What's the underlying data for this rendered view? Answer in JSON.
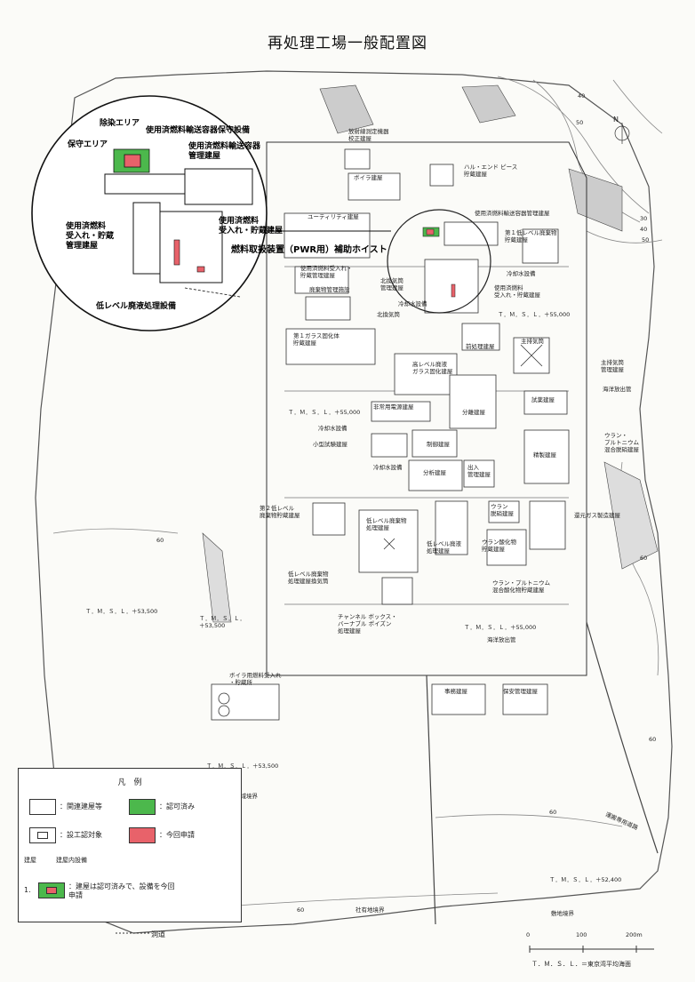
{
  "title": "再処理工場一般配置図",
  "inset": {
    "labels": {
      "decontam_area": "除染エリア",
      "maint_area": "保守エリア",
      "cask_maint": "使用済燃料輸送容器保守設備",
      "cask_mgmt": "使用済燃料輸送容器\n管理建屋",
      "receiving_left": "使用済燃料\n受入れ・貯蔵\n管理建屋",
      "receiving_right": "使用済燃料\n受入れ・貯蔵建屋",
      "pwr_hoist": "燃料取扱装置（PWR用）補助ホイスト",
      "llw_liquid": "低レベル廃液処理設備"
    }
  },
  "buildings": {
    "radiation": "放射線測定機器\n校正建屋",
    "boiler": "ボイラ建屋",
    "hull_end": "ハル・エンド ピース\n貯蔵建屋",
    "utility": "ユーティリティ建屋",
    "cask_mgmt_main": "使用済燃料輸送容器管理建屋",
    "llw1": "第１低レベル廃棄物\n貯蔵建屋",
    "receiving_mgmt": "使用済燃料受入れ・\n貯蔵管理建屋",
    "cooling1": "冷却水設備",
    "receiving_store": "使用済燃料\n受入れ・貯蔵建屋",
    "north_exhaust_mgmt": "北換気筒\n管理建屋",
    "waste_mgmt": "廃棄物管理施設",
    "cooling2": "冷却水設備",
    "north_exhaust": "北換気筒",
    "tmsl_55_a": "Ｔ．Ｍ．Ｓ．Ｌ．＋55,000",
    "glass1": "第１ガラス固化体\n貯蔵建屋",
    "pretreat": "前処理建屋",
    "main_exhaust": "主排気筒",
    "hlw_vit": "高レベル廃液\nガラス固化建屋",
    "main_exhaust_mgmt": "主排気筒\n管理建屋",
    "ocean_pipe1": "海洋放出管",
    "tmsl_55_b": "Ｔ．Ｍ．Ｓ．Ｌ．＋55,000",
    "emergency_power": "非常用電源建屋",
    "separation": "分離建屋",
    "reagent": "試薬建屋",
    "cooling3": "冷却水設備",
    "small_test": "小型試験建屋",
    "control": "制御建屋",
    "purification": "精製建屋",
    "cooling4": "冷却水設備",
    "analysis": "分析建屋",
    "io_mgmt": "出入\n管理建屋",
    "u_pu_denit": "ウラン・\nプルトニウム\n混合脱硝建屋",
    "llw2": "第２低レベル\n廃棄物貯蔵建屋",
    "llw_treat": "低レベル廃棄物\n処理建屋",
    "u_denit": "ウラン\n脱硝建屋",
    "reduction_gas": "還元ガス製造建屋",
    "llw_liquid_treat": "低レベル廃液\n処理建屋",
    "u_oxide": "ウラン酸化物\n貯蔵建屋",
    "llw_treat_exhaust": "低レベル廃棄物\n処理建屋換気筒",
    "u_pu_oxide": "ウラン・プルトニウム\n混合酸化物貯蔵建屋",
    "tmsl_535_a": "Ｔ．Ｍ．Ｓ．Ｌ．＋53,500",
    "tmsl_535_b": "Ｔ．Ｍ．Ｓ．Ｌ．\n＋53,500",
    "channel_box": "チャンネル ボックス・\nバーナブル ポイズン\n処理建屋",
    "tmsl_55_c": "Ｔ．Ｍ．Ｓ．Ｌ．＋55,000",
    "ocean_pipe2": "海洋放出管",
    "boiler_fuel": "ボイラ用燃料受入れ\n・貯蔵所",
    "office": "事務建屋",
    "security_mgmt": "保安管理建屋",
    "tmsl_535_c": "Ｔ．Ｍ．Ｓ．Ｌ．＋53,500",
    "perimeter": "周辺監視区域境界",
    "road": "運搬専用道路",
    "tmsl_524": "Ｔ．Ｍ．Ｓ．Ｌ．＋52,400",
    "company_boundary": "社有地境界",
    "site_boundary": "敷地境界"
  },
  "contours": [
    "40",
    "50",
    "30",
    "40",
    "50",
    "60",
    "60",
    "60",
    "60",
    "60"
  ],
  "legend": {
    "title": "凡　例",
    "related": "：関連建屋等",
    "approved": "：認可済み",
    "target": "：設工認対象",
    "current": "：今回申請",
    "building": "建屋",
    "equipment": "建屋内設備",
    "note_num": "1.",
    "note": "：建屋は認可済みで、設備を今回\n申請"
  },
  "tunnel": "洞道",
  "scale": {
    "t0": "0",
    "t1": "100",
    "t2": "200m"
  },
  "footnote": "Ｔ．Ｍ．Ｓ．Ｌ．＝東京湾平均海面",
  "compass": "N",
  "colors": {
    "approved": "#4cb84c",
    "current": "#e8626a"
  }
}
